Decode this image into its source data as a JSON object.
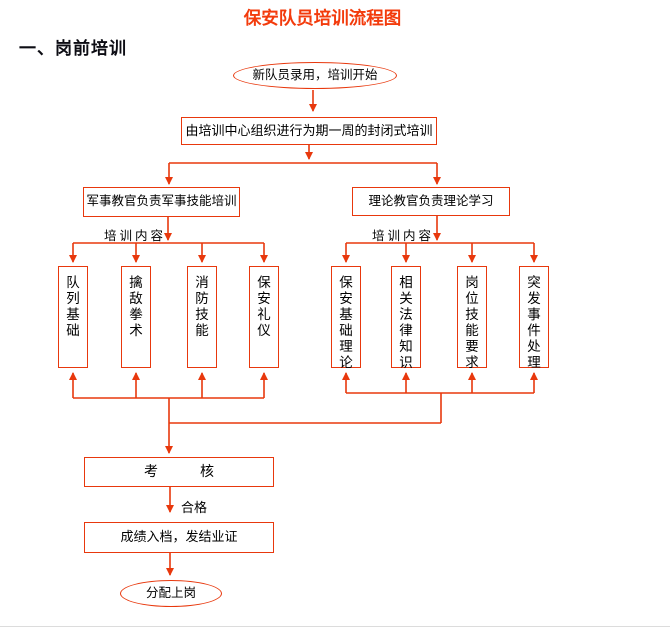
{
  "colors": {
    "accent": "#e8380d",
    "title_color": "#f33b0c",
    "text_color": "#000000"
  },
  "page": {
    "title": "保安队员培训流程图",
    "section_heading": "一、岗前培训"
  },
  "flowchart": {
    "start": "新队员录用，培训开始",
    "step_closed_training": "由培训中心组织进行为期一周的封闭式培训",
    "left_branch": {
      "header": "军事教官负责军事技能培训",
      "content_label": "培训内容",
      "items": [
        "队列基础",
        "擒敌拳术",
        "消防技能",
        "保安礼仪"
      ]
    },
    "right_branch": {
      "header": "理论教官负责理论学习",
      "content_label": "培训内容",
      "items": [
        "保安基础理论",
        "相关法律知识",
        "岗位技能要求",
        "突发事件处理"
      ]
    },
    "assessment": "考　　　核",
    "pass_label": "合格",
    "result": "成绩入档，发结业证",
    "end": "分配上岗"
  }
}
